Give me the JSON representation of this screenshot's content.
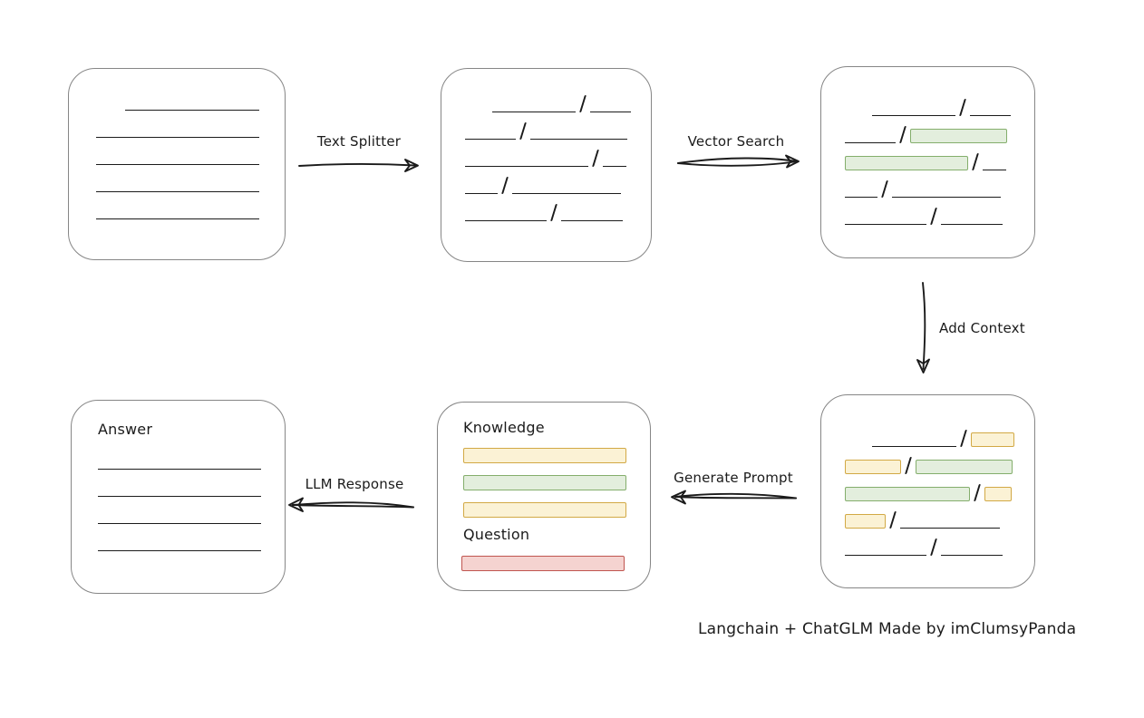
{
  "caption": "Langchain + ChatGLM Made by imClumsyPanda",
  "arrows": {
    "text_splitter": "Text Splitter",
    "vector_search": "Vector Search",
    "add_context": "Add Context",
    "generate_prompt": "Generate Prompt",
    "llm_response": "LLM Response"
  },
  "prompt_box": {
    "knowledge_label": "Knowledge",
    "question_label": "Question",
    "knowledge_bars": [
      "yellow",
      "green",
      "yellow"
    ],
    "question_bars": [
      "red"
    ]
  },
  "answer_box": {
    "label": "Answer",
    "lines": [
      {
        "w": 180,
        "indent": 0
      },
      {
        "w": 180,
        "indent": 0
      },
      {
        "w": 180,
        "indent": 0
      },
      {
        "w": 180,
        "indent": 0
      }
    ]
  },
  "document_box": {
    "lines": [
      {
        "w": 148,
        "indent": 32
      },
      {
        "w": 180,
        "indent": 0
      },
      {
        "w": 180,
        "indent": 0
      },
      {
        "w": 180,
        "indent": 0
      },
      {
        "w": 180,
        "indent": 0
      }
    ]
  },
  "split_text_box": {
    "rows": [
      {
        "indent": 30,
        "segs": [
          {
            "t": "line",
            "w": 92
          },
          {
            "t": "line",
            "w": 45
          }
        ]
      },
      {
        "indent": 0,
        "segs": [
          {
            "t": "line",
            "w": 56
          },
          {
            "t": "line",
            "w": 107
          }
        ]
      },
      {
        "indent": 0,
        "segs": [
          {
            "t": "line",
            "w": 136
          },
          {
            "t": "line",
            "w": 26
          }
        ]
      },
      {
        "indent": 0,
        "segs": [
          {
            "t": "line",
            "w": 36
          },
          {
            "t": "line",
            "w": 120
          }
        ]
      },
      {
        "indent": 0,
        "segs": [
          {
            "t": "line",
            "w": 90
          },
          {
            "t": "line",
            "w": 68
          }
        ]
      }
    ]
  },
  "vector_match_box": {
    "rows": [
      {
        "indent": 30,
        "segs": [
          {
            "t": "line",
            "w": 92
          },
          {
            "t": "line",
            "w": 45
          }
        ]
      },
      {
        "indent": 0,
        "segs": [
          {
            "t": "line",
            "w": 56
          },
          {
            "t": "green",
            "w": 107
          }
        ]
      },
      {
        "indent": 0,
        "segs": [
          {
            "t": "green",
            "w": 136
          },
          {
            "t": "line",
            "w": 26
          }
        ]
      },
      {
        "indent": 0,
        "segs": [
          {
            "t": "line",
            "w": 36
          },
          {
            "t": "line",
            "w": 120
          }
        ]
      },
      {
        "indent": 0,
        "segs": [
          {
            "t": "line",
            "w": 90
          },
          {
            "t": "line",
            "w": 68
          }
        ]
      }
    ]
  },
  "context_box": {
    "rows": [
      {
        "indent": 30,
        "segs": [
          {
            "t": "line",
            "w": 93
          },
          {
            "t": "yellow",
            "w": 48
          }
        ]
      },
      {
        "indent": 0,
        "segs": [
          {
            "t": "yellow",
            "w": 62
          },
          {
            "t": "green",
            "w": 107
          }
        ]
      },
      {
        "indent": 0,
        "segs": [
          {
            "t": "green",
            "w": 138
          },
          {
            "t": "yellow",
            "w": 30
          }
        ]
      },
      {
        "indent": 0,
        "segs": [
          {
            "t": "yellow",
            "w": 45
          },
          {
            "t": "line",
            "w": 110
          }
        ]
      },
      {
        "indent": 0,
        "segs": [
          {
            "t": "line",
            "w": 90
          },
          {
            "t": "line",
            "w": 68
          }
        ]
      }
    ]
  },
  "colors": {
    "stroke": "#1b1b1b",
    "box_border": "#868686",
    "green_fill": "#e3eedd",
    "green_border": "#84ae6c",
    "yellow_fill": "#fbf2d5",
    "yellow_border": "#d2a945",
    "red_fill": "#f5d3d0",
    "red_border": "#c05550"
  }
}
